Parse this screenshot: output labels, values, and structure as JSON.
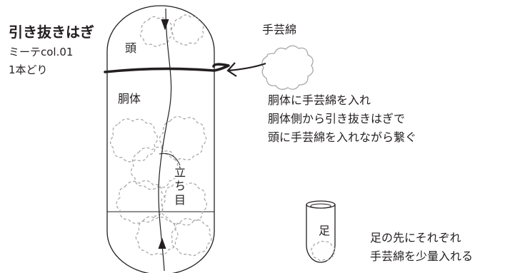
{
  "labels": {
    "title": "引き抜きはぎ",
    "thread": "ミーテcol.01",
    "strand": "1本どり",
    "head": "頭",
    "body": "胴体",
    "stuffing": "手芸綿",
    "note_line1": "胴体に手芸綿を入れ",
    "note_line2": "胴体側から引き抜きはぎで",
    "note_line3": "頭に手芸綿を入れながら繋ぐ",
    "foot": "足",
    "foot_note_line1": "足の先にそれぞれ",
    "foot_note_line2": "手芸綿を少量入れる"
  },
  "rib_label": [
    "立",
    "ち",
    "目"
  ],
  "colors": {
    "line": "#231f20",
    "background": "#ffffff"
  }
}
